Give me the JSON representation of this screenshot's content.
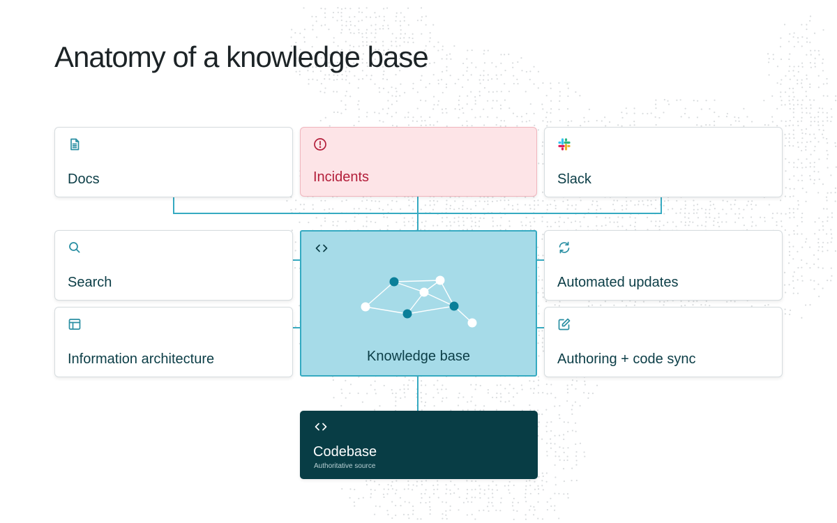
{
  "title": "Anatomy of a knowledge base",
  "sources": {
    "docs": {
      "label": "Docs",
      "icon": "document-icon"
    },
    "incidents": {
      "label": "Incidents",
      "icon": "alert-circle-icon"
    },
    "slack": {
      "label": "Slack",
      "icon": "slack-logo-icon"
    }
  },
  "capabilities": {
    "search": {
      "label": "Search",
      "icon": "search-icon"
    },
    "information_architecture": {
      "label": "Information architecture",
      "icon": "layout-icon"
    },
    "automated_updates": {
      "label": "Automated updates",
      "icon": "refresh-icon"
    },
    "authoring": {
      "label": "Authoring + code sync",
      "icon": "edit-icon"
    }
  },
  "knowledge_base": {
    "label": "Knowledge base",
    "icon": "code-brackets-icon"
  },
  "codebase": {
    "label": "Codebase",
    "sublabel": "Authoritative source",
    "icon": "code-brackets-icon"
  },
  "colors": {
    "accent": "#35aac1",
    "kb_fill": "#a6dbe8",
    "dark_teal": "#083d45",
    "incident_red": "#b31e3a",
    "incident_fill": "#fde4e7",
    "text_teal": "#0b3d46"
  }
}
